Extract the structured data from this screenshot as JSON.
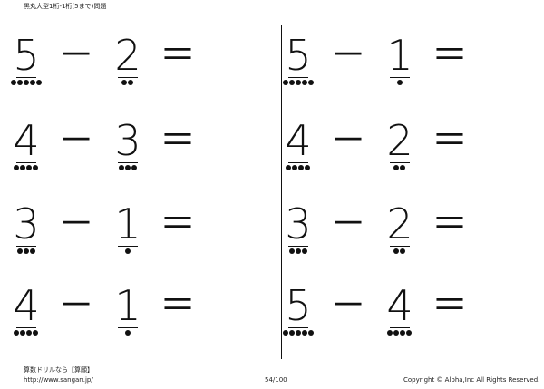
{
  "header": {
    "title": "黒丸大型1桁-1桁(5まで)問題"
  },
  "problems": [
    {
      "a": "5",
      "op": "－",
      "b": "2",
      "eq": "＝",
      "a_dots": 5,
      "b_dots": 2
    },
    {
      "a": "5",
      "op": "－",
      "b": "1",
      "eq": "＝",
      "a_dots": 5,
      "b_dots": 1
    },
    {
      "a": "4",
      "op": "－",
      "b": "3",
      "eq": "＝",
      "a_dots": 4,
      "b_dots": 3
    },
    {
      "a": "4",
      "op": "－",
      "b": "2",
      "eq": "＝",
      "a_dots": 4,
      "b_dots": 2
    },
    {
      "a": "3",
      "op": "－",
      "b": "1",
      "eq": "＝",
      "a_dots": 3,
      "b_dots": 1
    },
    {
      "a": "3",
      "op": "－",
      "b": "2",
      "eq": "＝",
      "a_dots": 3,
      "b_dots": 2
    },
    {
      "a": "4",
      "op": "－",
      "b": "1",
      "eq": "＝",
      "a_dots": 4,
      "b_dots": 1
    },
    {
      "a": "5",
      "op": "－",
      "b": "4",
      "eq": "＝",
      "a_dots": 5,
      "b_dots": 4
    }
  ],
  "footer": {
    "site_name": "算数ドリルなら【算願】",
    "url": "http://www.sangan.jp/",
    "page": "54/100",
    "copyright": "Copyright © Alpha,Inc All Rights Reserved."
  }
}
